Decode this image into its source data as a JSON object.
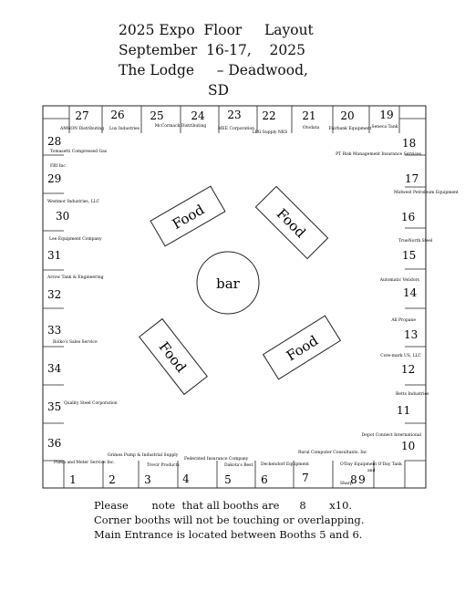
{
  "title": {
    "line1": "2025 Expo  Floor     Layout",
    "line2": "September  16-17,    2025",
    "line3": "The Lodge     – Deadwood,",
    "line4": "SD"
  },
  "center": {
    "bar_label": "bar",
    "food_labels": [
      "Food",
      "Food",
      "Food",
      "Food"
    ]
  },
  "booths_top": [
    {
      "num": "27",
      "name": "AMGON Distributing"
    },
    {
      "num": "26",
      "name": "Lux Industries"
    },
    {
      "num": "25",
      "name": ""
    },
    {
      "num": "24",
      "name": "McCormack Distributing"
    },
    {
      "num": "23",
      "name": "MEE Corporation"
    },
    {
      "num": "22",
      "name": "LPG Supply NKS"
    },
    {
      "num": "21",
      "name": "Otodata"
    },
    {
      "num": "20",
      "name": "Fairbank Equipment"
    },
    {
      "num": "19",
      "name": "Seneca Tank"
    }
  ],
  "booths_left": [
    {
      "num": "28",
      "name": "Tomasetti Compressed Gas"
    },
    {
      "num": "29",
      "name": "FBI Inc"
    },
    {
      "num": "30",
      "name": "Westmor Industries, LLC"
    },
    {
      "num": "31",
      "name": "Lee Equipment Company"
    },
    {
      "num": "32",
      "name": "Arrow Tank & Engineering"
    },
    {
      "num": "33",
      "name": ""
    },
    {
      "num": "34",
      "name": "Rolko's Sales Service"
    },
    {
      "num": "35",
      "name": "Quality Steel Corporation"
    },
    {
      "num": "36",
      "name": ""
    }
  ],
  "booths_right": [
    {
      "num": "18",
      "name": "PT Risk Management Insurance Services"
    },
    {
      "num": "17",
      "name": ""
    },
    {
      "num": "16",
      "name": "Midwest Petroleum Equipment"
    },
    {
      "num": "15",
      "name": "TrueNorth Steel"
    },
    {
      "num": "14",
      "name": "Automatic Vendors"
    },
    {
      "num": "13",
      "name": "All Propane"
    },
    {
      "num": "12",
      "name": "Core-mark US, LLC"
    },
    {
      "num": "11",
      "name": "Betts Industries"
    },
    {
      "num": "10",
      "name": "Depot Connect International"
    }
  ],
  "booths_bottom": [
    {
      "num": "1",
      "name": "Pump and Meter Service Inc."
    },
    {
      "num": "2",
      "name": "Grimes Pump & Industrial Supply"
    },
    {
      "num": "3",
      "name": "Trevir Products"
    },
    {
      "num": "4",
      "name": "Federated Insurance Company"
    },
    {
      "num": "5",
      "name": "Dakota's Best"
    },
    {
      "num": "6",
      "name": "Deckendorf Equipment"
    },
    {
      "num": "7",
      "name": "Rural Computer Consultants, Inc"
    },
    {
      "num": "8",
      "name": "O'Day Equipment O'Day Tank"
    },
    {
      "num": "9",
      "name": "and"
    },
    {
      "num": "",
      "name": "Sharp"
    }
  ],
  "notes": {
    "line1": "Please       note  that all booths are      8       x10.",
    "line2": "Corner booths will not be touching or overlapping.",
    "line3": "Main Entrance is located between Booths 5 and 6."
  }
}
